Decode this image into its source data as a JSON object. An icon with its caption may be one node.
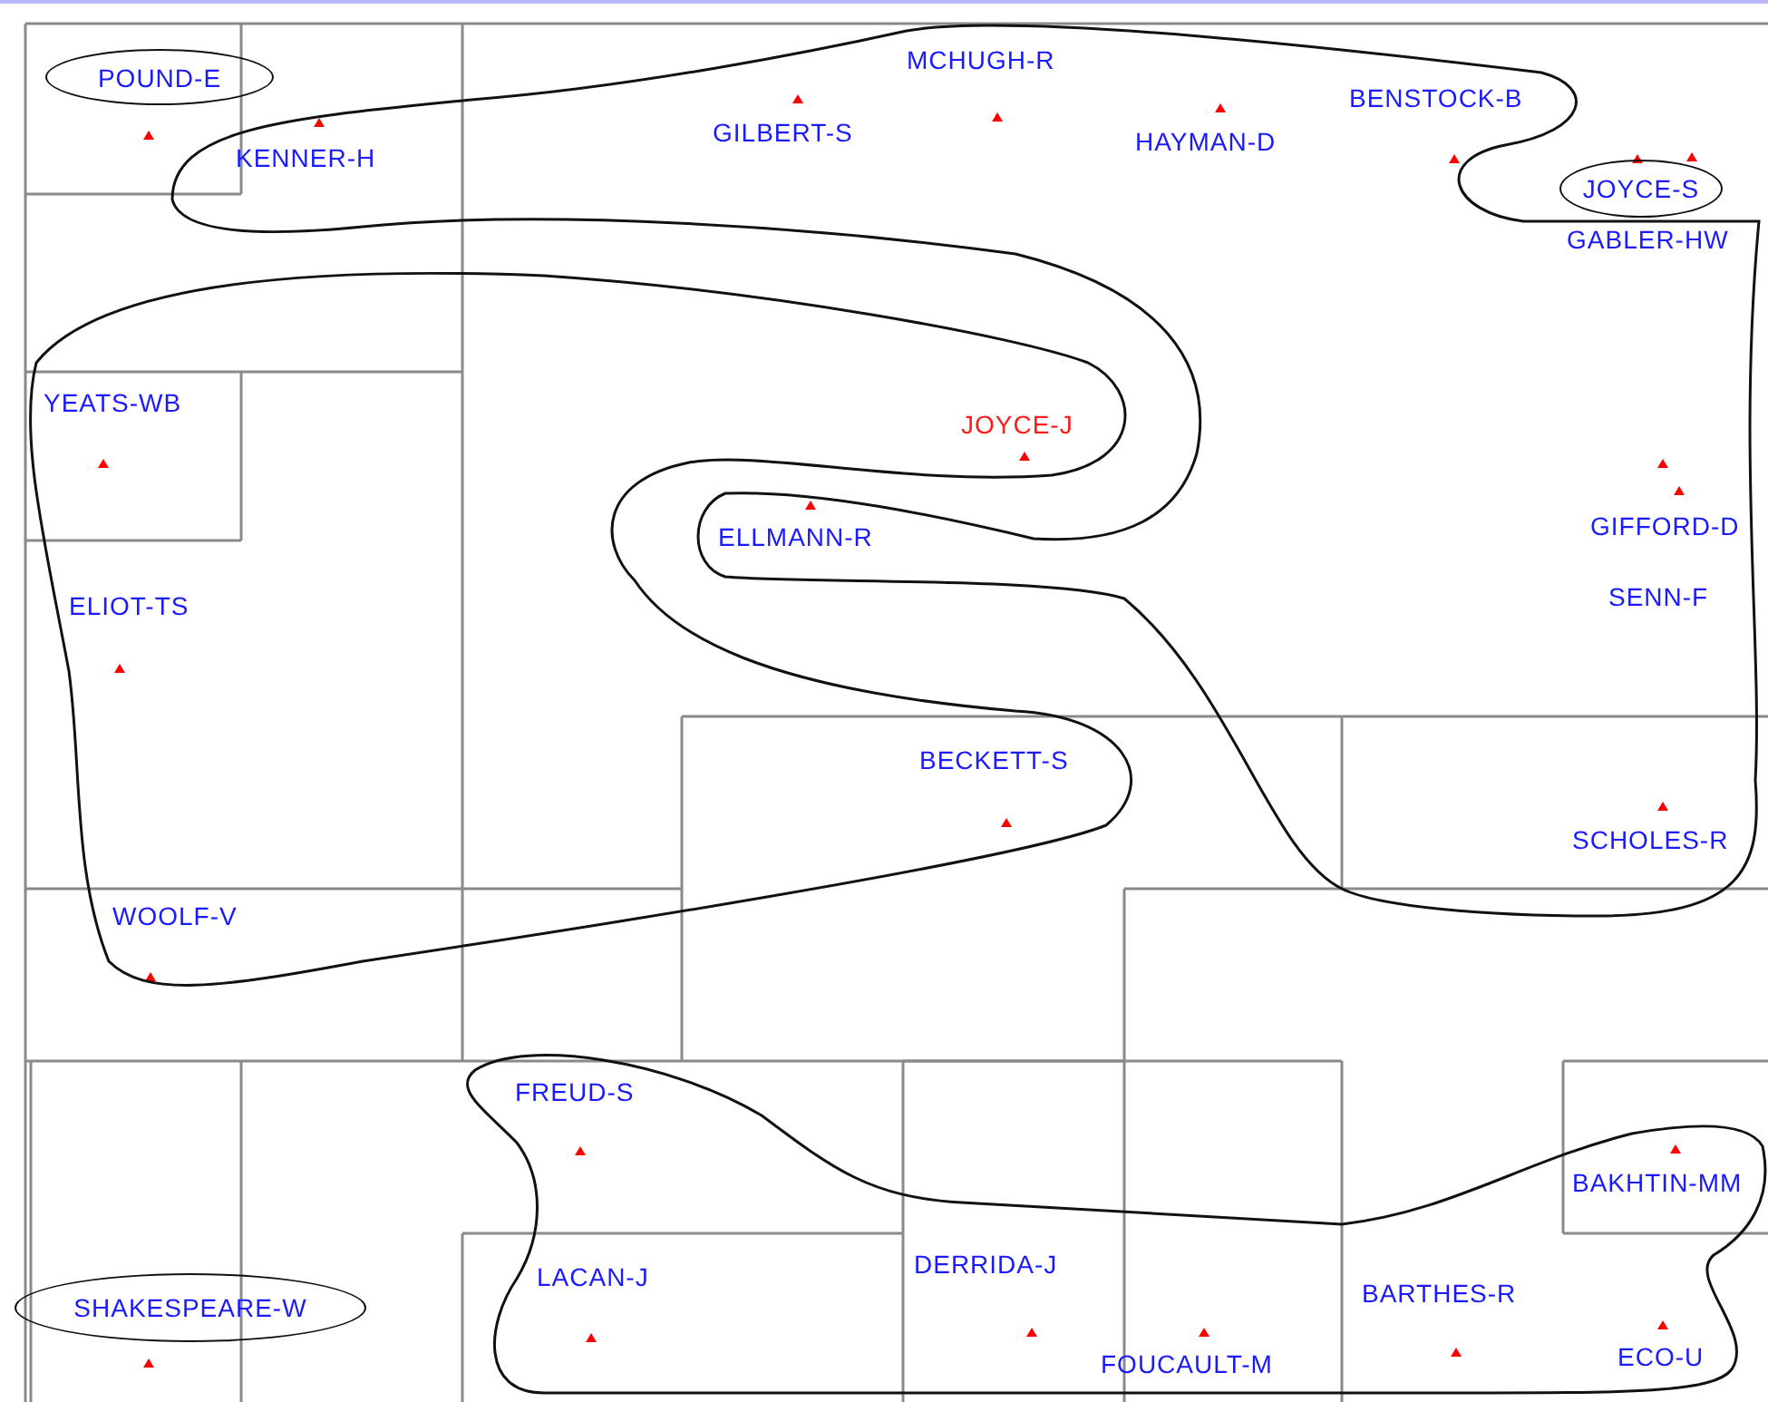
{
  "diagram": {
    "nodes": [
      {
        "text": [
          "POUND-E"
        ]
      },
      {
        "text": [
          "KENNER-H",
          "GILBERT-S",
          "MCHUGH-R",
          "HAYMAN-D",
          "BENSTOCK-B",
          "GABLER-HW",
          "ELLMANN-R",
          "GIFFORD-D",
          "SENN-F",
          "SCHOLES-R"
        ]
      },
      {
        "text": [
          "JOYCE-S"
        ]
      },
      {
        "text": [
          "YEATS-WB",
          "JOYCE-J",
          "ELIOT-TS",
          "BECKETT-S",
          "WOOLF-V"
        ]
      },
      {
        "text": [
          "FREUD-S",
          "BAKHTIN-MM",
          "LACAN-J",
          "DERRIDA-J",
          "BARTHES-R",
          "ECO-U",
          "FOUCAULT-M"
        ]
      },
      {
        "text": [
          "SHAKESPEARE-W"
        ]
      }
    ]
  }
}
